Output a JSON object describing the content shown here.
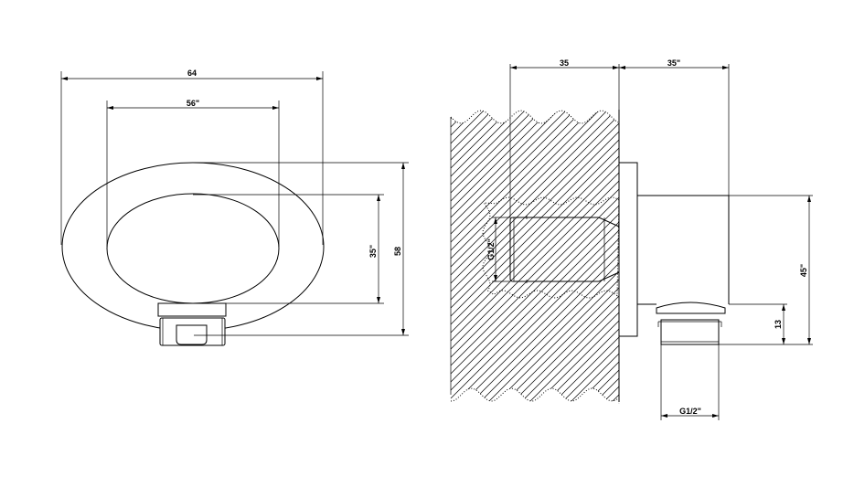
{
  "front_view": {
    "overall_width": "64",
    "handle_width": "56\"",
    "handle_height": "35\"",
    "overall_height": "58"
  },
  "side_view": {
    "wall_depth": "35",
    "projection": "35\"",
    "inlet_thread": "G1/2\"",
    "outlet_height": "45\"",
    "outlet_length": "13",
    "outlet_thread": "G1/2\""
  },
  "colors": {
    "line": "#000000",
    "background": "#ffffff"
  }
}
